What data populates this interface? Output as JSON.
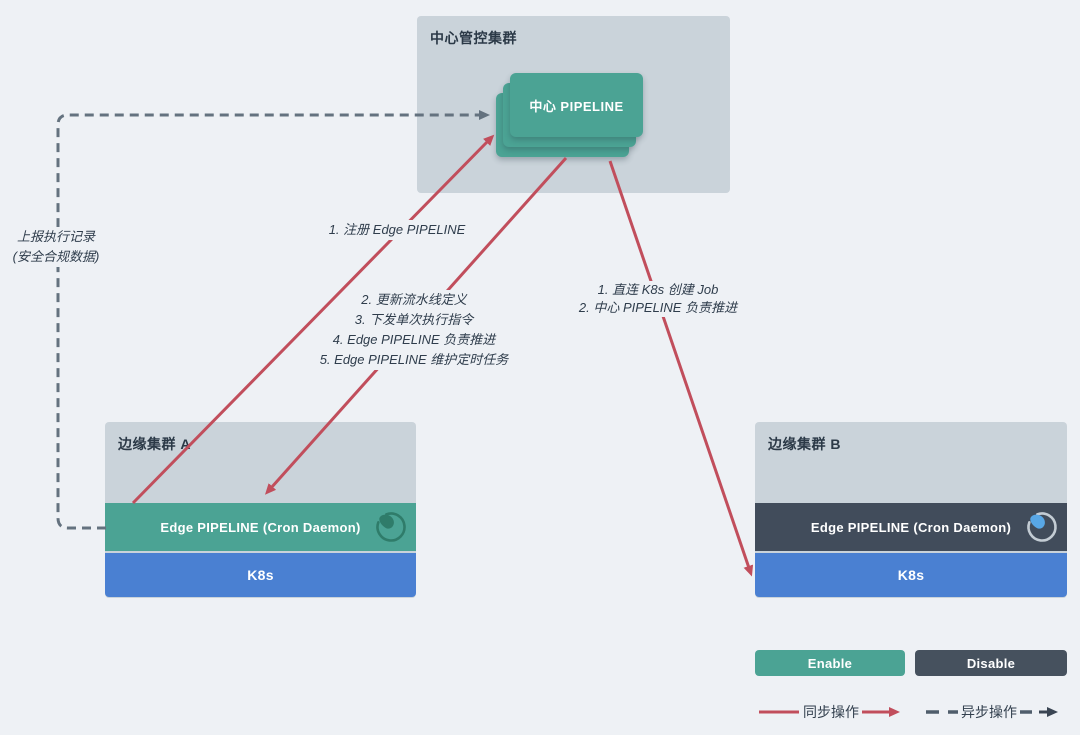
{
  "central_cluster": {
    "title": "中心管控集群",
    "pipeline": {
      "label": "中心 PIPELINE"
    }
  },
  "edge_cluster_a": {
    "title": "边缘集群 A",
    "pipeline": {
      "label": "Edge PIPELINE (Cron Daemon)"
    },
    "k8s": {
      "label": "K8s"
    }
  },
  "edge_cluster_b": {
    "title": "边缘集群 B",
    "pipeline": {
      "label": "Edge PIPELINE (Cron Daemon)"
    },
    "k8s": {
      "label": "K8s"
    }
  },
  "annotations": {
    "report_line1": "上报执行记录",
    "report_line2": "(安全合规数据)",
    "register": "1. 注册 Edge PIPELINE",
    "edge_flow": [
      "2. 更新流水线定义",
      "3. 下发单次执行指令",
      "4. Edge PIPELINE 负责推进",
      "5. Edge PIPELINE 维护定时任务"
    ],
    "central_flow": [
      "1. 直连 K8s 创建 Job",
      "2. 中心 PIPELINE 负责推进"
    ]
  },
  "buttons": {
    "enable": "Enable",
    "disable": "Disable"
  },
  "legend": {
    "sync": "同步操作",
    "async": "异步操作"
  },
  "icons": {
    "timer": "stopwatch-timer-icon"
  },
  "colors": {
    "background": "#eef1f5",
    "cluster_bg": "#cad3da",
    "teal": "#4ba394",
    "k8s_blue": "#4a80d2",
    "slate_row": "#414c5b",
    "disable_slate": "#46515e",
    "sync_red": "#c14e5c",
    "async_gray": "#64727f",
    "text_dark": "#2b3947"
  }
}
